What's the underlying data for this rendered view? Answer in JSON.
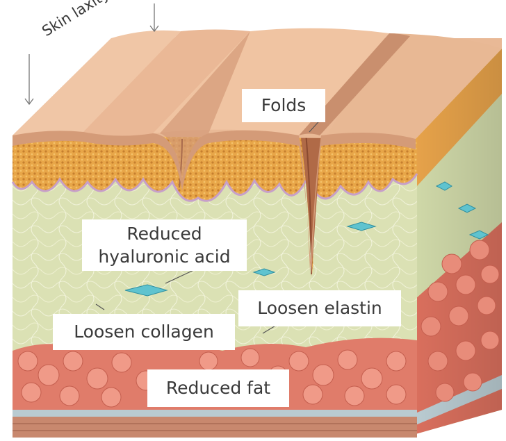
{
  "labels": {
    "skin_laxity": "Skin laxity",
    "folds": "Folds",
    "hyaluronic_line1": "Reduced",
    "hyaluronic_line2": "hyaluronic acid",
    "loosen_elastin": "Loosen elastin",
    "loosen_collagen": "Loosen collagen",
    "reduced_fat": "Reduced fat"
  },
  "colors": {
    "epidermis": "#e9b996",
    "epidermis_shadow": "#c98f6e",
    "papillary": "#e9a949",
    "dermis": "#dbe1b4",
    "fat": "#e07c6a",
    "fat_highlight": "#f2a898",
    "fascia": "#b9cbd1",
    "muscle": "#c8886e",
    "cell": "#5fc3cf"
  }
}
